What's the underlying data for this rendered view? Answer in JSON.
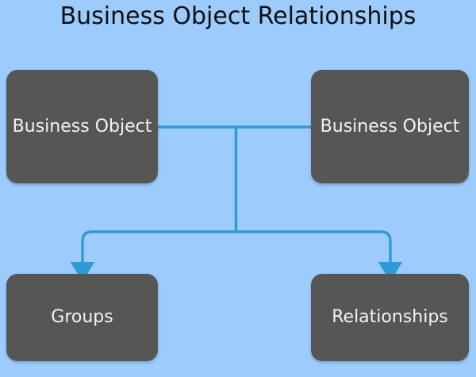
{
  "diagram": {
    "title": "Business Object Relationships",
    "background_color": "#9ccbfc",
    "node_fill_color": "#565654",
    "node_text_color": "#f2f2f2",
    "connector_color": "#2e9bd6",
    "title_color": "#111111",
    "nodes": [
      {
        "id": "bo-left",
        "label": "Business Object"
      },
      {
        "id": "bo-right",
        "label": "Business Object"
      },
      {
        "id": "groups",
        "label": "Groups"
      },
      {
        "id": "rel",
        "label": "Relationships"
      }
    ],
    "connectors": [
      {
        "from": "bo-left",
        "to": "bo-right",
        "style": "line",
        "arrow": false
      },
      {
        "from": "bo-left",
        "to": "groups",
        "style": "elbow",
        "arrow": true
      },
      {
        "from": "bo-left",
        "to": "rel",
        "style": "elbow",
        "arrow": true
      }
    ]
  }
}
